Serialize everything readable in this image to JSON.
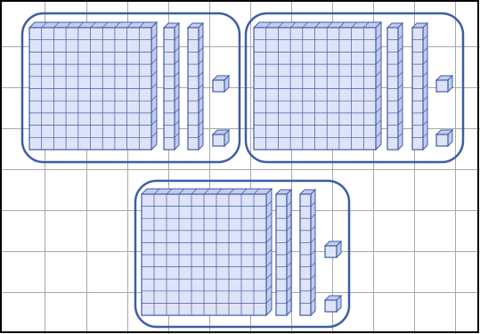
{
  "colors": {
    "background": "#ffffff",
    "grid": "#a8a8a8",
    "frame": "#000000",
    "group_outline": "#3d5da6",
    "block_fill": "#dfe3f7",
    "block_side": "#c4cbee",
    "block_line": "#3d5da6"
  },
  "groups": [
    {
      "name": "group-1",
      "hundreds": 1,
      "tens": 2,
      "ones": 2
    },
    {
      "name": "group-2",
      "hundreds": 1,
      "tens": 2,
      "ones": 2
    },
    {
      "name": "group-3",
      "hundreds": 1,
      "tens": 2,
      "ones": 2
    }
  ]
}
